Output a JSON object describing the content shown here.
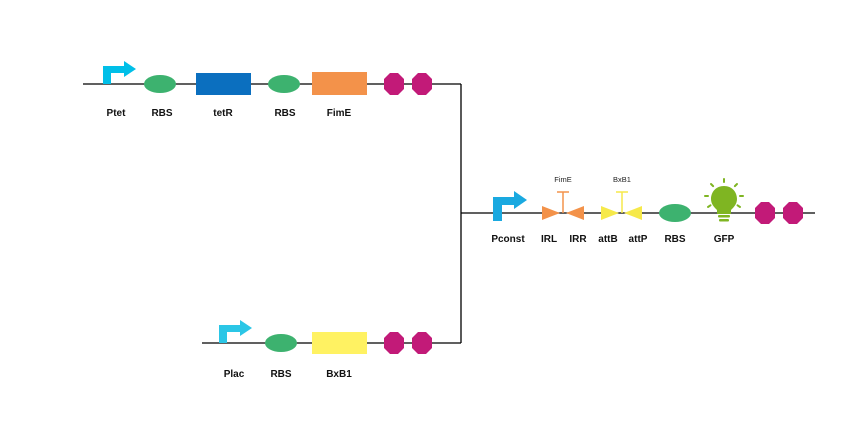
{
  "colors": {
    "promoter_tet": "#00BFE8",
    "promoter_lac": "#2BC6E6",
    "promoter_const": "#1AA9E0",
    "rbs": "#3DB26F",
    "tetR": "#0B6FBF",
    "FimE": "#F3924A",
    "BxB1": "#FFF262",
    "terminator": "#C21A78",
    "irl_irr": "#F3924A",
    "attb_attp": "#F6E94A",
    "gfp_bulb": "#7FB522",
    "line": "#000000"
  },
  "construct_tet": {
    "promoter": "Ptet",
    "rbs1": "RBS",
    "gene1": "tetR",
    "rbs2": "RBS",
    "gene2": "FimE"
  },
  "construct_lac": {
    "promoter": "Plac",
    "rbs": "RBS",
    "gene": "BxB1"
  },
  "construct_reporter": {
    "promoter": "Pconst",
    "site1": "IRL",
    "site2": "IRR",
    "site3": "attB",
    "site4": "attP",
    "rbs": "RBS",
    "gene": "GFP",
    "recombinase1": "FimE",
    "recombinase2": "BxB1"
  }
}
